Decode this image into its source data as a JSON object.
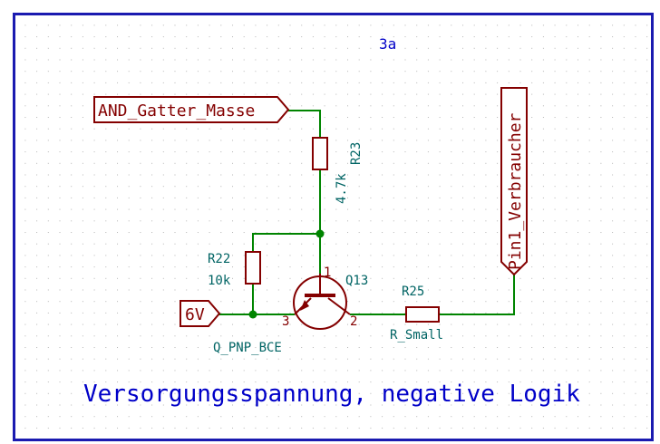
{
  "sheet": {
    "id": "3a",
    "title": "Versorgungsspannung, negative Logik"
  },
  "net_labels": {
    "and_gate_ground": "AND_Gatter_Masse",
    "supply": "6V",
    "pin1_consumer": "Pin1_Verbraucher"
  },
  "components": {
    "r23": {
      "ref": "R23",
      "value": "4.7k"
    },
    "r22": {
      "ref": "R22",
      "value": "10k"
    },
    "r25": {
      "ref": "R25",
      "value": "R_Small"
    },
    "q13": {
      "ref": "Q13",
      "value": "Q_PNP_BCE",
      "pin_b": "3",
      "pin_c": "2",
      "pin_e": "1"
    }
  },
  "colors": {
    "border": "#1a1ab0",
    "wire": "#008400",
    "component": "#840000",
    "reference": "#006464",
    "title": "#0000c8",
    "grid": "#b0b0b0",
    "junction": "#008400"
  }
}
